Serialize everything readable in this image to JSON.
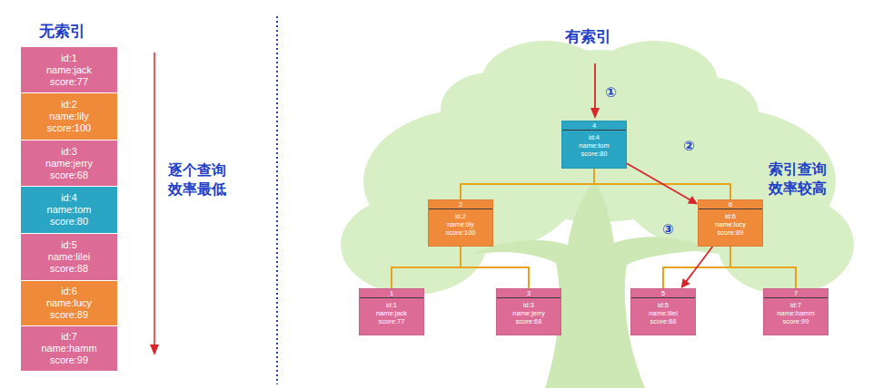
{
  "diagram": {
    "nodes": [
      {
        "text": [
          "id:1",
          "name:jack",
          "score:77"
        ]
      },
      {
        "text": [
          "id:2",
          "name:lily",
          "score:100"
        ]
      },
      {
        "text": [
          "id:3",
          "name:jerry",
          "score:68"
        ]
      },
      {
        "text": [
          "id:4",
          "name:tom",
          "score:80"
        ]
      },
      {
        "text": [
          "id:5",
          "name:lilei",
          "score:88"
        ]
      },
      {
        "text": [
          "id:6",
          "name:lucy",
          "score:89"
        ]
      },
      {
        "text": [
          "id:7",
          "name:hamm",
          "score:99"
        ]
      },
      {
        "text": [
          "4",
          "id:4",
          "name:tom",
          "score:80"
        ]
      },
      {
        "text": [
          "2",
          "id:2",
          "name:lily",
          "score:100"
        ]
      },
      {
        "text": [
          "6",
          "id:6",
          "name:lucy",
          "score:89"
        ]
      },
      {
        "text": [
          "1",
          "id:1",
          "name:jack",
          "score:77"
        ]
      },
      {
        "text": [
          "3",
          "id:3",
          "name:jerry",
          "score:68"
        ]
      },
      {
        "text": [
          "5",
          "id:5",
          "name:lilei",
          "score:88"
        ]
      },
      {
        "text": [
          "7",
          "id:7",
          "name:hamm",
          "score:99"
        ]
      }
    ],
    "edges": [
      {
        "from": 7,
        "to": 8,
        "arrow": "none"
      },
      {
        "from": 7,
        "to": 9,
        "arrow": "none"
      },
      {
        "from": 8,
        "to": 10,
        "arrow": "none"
      },
      {
        "from": 8,
        "to": 11,
        "arrow": "none"
      },
      {
        "from": 9,
        "to": 12,
        "arrow": "none"
      },
      {
        "from": 9,
        "to": 13,
        "arrow": "none"
      },
      {
        "from": 7,
        "to": 9,
        "arrow": "to"
      },
      {
        "from": 9,
        "to": 12,
        "arrow": "to"
      }
    ],
    "labels": [
      "无索引",
      "逐个查询 效率最低",
      "有索引",
      "①",
      "②",
      "③",
      "索引查询 效率较高"
    ]
  }
}
